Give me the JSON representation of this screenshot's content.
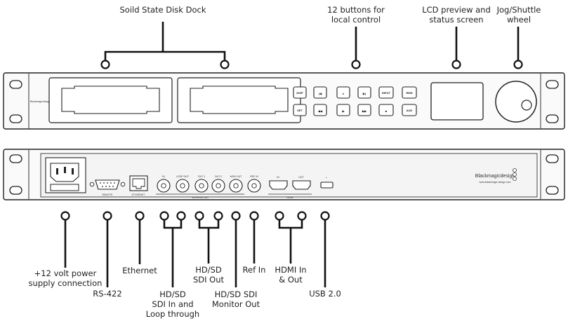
{
  "labels": {
    "ssd_dock": "Soild State Disk Dock",
    "buttons": "12 buttons for\nlocal control",
    "lcd": "LCD preview and\nstatus screen",
    "jog": "Jog/Shuttle\nwheel",
    "power": "+12 volt power\nsupply connection",
    "rs422": "RS-422",
    "ethernet": "Ethernet",
    "sdi_in": "HD/SD\nSDI In and\nLoop through",
    "sdi_out": "HD/SD\nSDI Out",
    "monitor_out": "HD/SD SDI\nMonitor Out",
    "ref_in": "Ref In",
    "hdmi": "HDMI In\n& Out",
    "usb": "USB 2.0"
  },
  "front_buttons": {
    "top": [
      "DISP",
      "|◀",
      "●",
      "▶|",
      "INPUT",
      "REM"
    ],
    "bottom": [
      "SET",
      "◀◀",
      "▶",
      "▶▶",
      "■",
      "AUD"
    ]
  },
  "rear_text": {
    "brand": "Blackmagicdesign",
    "url": "www.blackmagic-design.com",
    "remote": "REMOTE",
    "ethernet": "ETHERNET",
    "sdi_group": "3G/HD/SD SDI",
    "hdmi_group": "HDMI",
    "bnc": [
      "IN",
      "LOOP OUT",
      "OUT 1",
      "OUT 2",
      "MON OUT",
      "REF IN"
    ],
    "hdmi_ports": [
      "IN",
      "OUT"
    ]
  },
  "front_brand": "Blackmagicdesign"
}
